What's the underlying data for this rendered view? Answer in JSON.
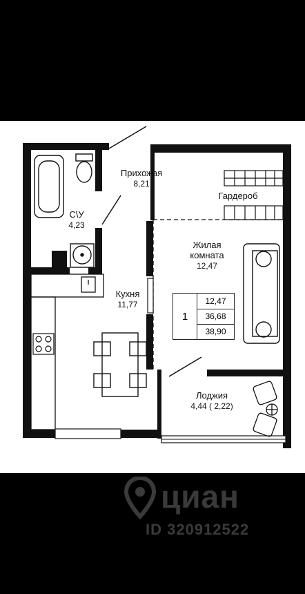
{
  "rooms": {
    "hall": {
      "name": "Прихожая",
      "area": "8,21"
    },
    "bathroom": {
      "name": "С\\У",
      "area": "4,23"
    },
    "wardrobe": {
      "name": "Гардероб"
    },
    "living": {
      "name": "Жилая комната",
      "name_line1": "Жилая",
      "name_line2": "комната",
      "area": "12,47"
    },
    "kitchen": {
      "name": "Кухня",
      "area": "11,77"
    },
    "loggia": {
      "name": "Лоджия",
      "area": "4,44 ( 2,22)"
    }
  },
  "legend": {
    "rooms_count": "1",
    "living_area": "12,47",
    "total_area": "36,68",
    "total_area_with_loggia": "38,90"
  },
  "watermark": {
    "brand": "циан",
    "listing_id": "ID 320912522"
  },
  "colors": {
    "frame": "#000000",
    "plan_background": "#ffffff",
    "wall": "#111111",
    "watermark": "#3a3a3a"
  },
  "icons": [
    "bathtub-icon",
    "toilet-icon",
    "sink-icon",
    "stove-icon",
    "dining-table-icon",
    "sofa-icon",
    "armchair-icon",
    "location-pin-icon"
  ]
}
